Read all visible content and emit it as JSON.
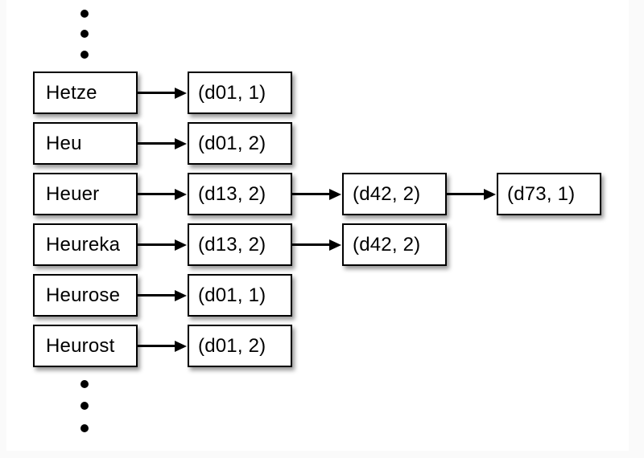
{
  "page": {
    "background_color": "#fafafa",
    "panel_color": "#ffffff"
  },
  "diagram": {
    "colors": {
      "box_fill": "#ffffff",
      "box_border": "#000000",
      "arrow": "#000000",
      "dot": "#000000"
    },
    "top_ellipsis_dots": 3,
    "bottom_ellipsis_dots": 3,
    "rows": [
      {
        "term": "Hetze",
        "postings": [
          "(d01, 1)"
        ]
      },
      {
        "term": "Heu",
        "postings": [
          "(d01, 2)"
        ]
      },
      {
        "term": "Heuer",
        "postings": [
          "(d13, 2)",
          "(d42, 2)",
          "(d73, 1)"
        ]
      },
      {
        "term": "Heureka",
        "postings": [
          "(d13, 2)",
          "(d42, 2)"
        ]
      },
      {
        "term": "Heurose",
        "postings": [
          "(d01, 1)"
        ]
      },
      {
        "term": "Heurost",
        "postings": [
          "(d01, 2)"
        ]
      }
    ]
  }
}
